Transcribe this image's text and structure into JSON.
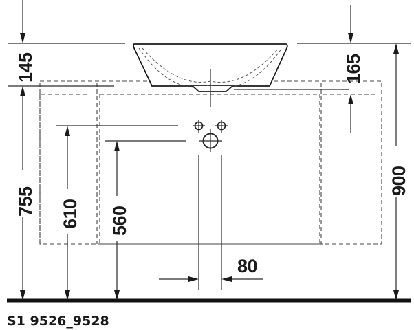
{
  "drawing": {
    "reference_code": "S1 9526_9528",
    "colors": {
      "line": "#1a1a1a",
      "background": "#ffffff"
    },
    "dimensions": {
      "basin_height": "145",
      "top_to_counter_right": "165",
      "floor_to_counter": "755",
      "floor_to_supply_valves": "610",
      "floor_to_drain": "560",
      "overall_height": "900",
      "valve_spacing": "80"
    }
  }
}
